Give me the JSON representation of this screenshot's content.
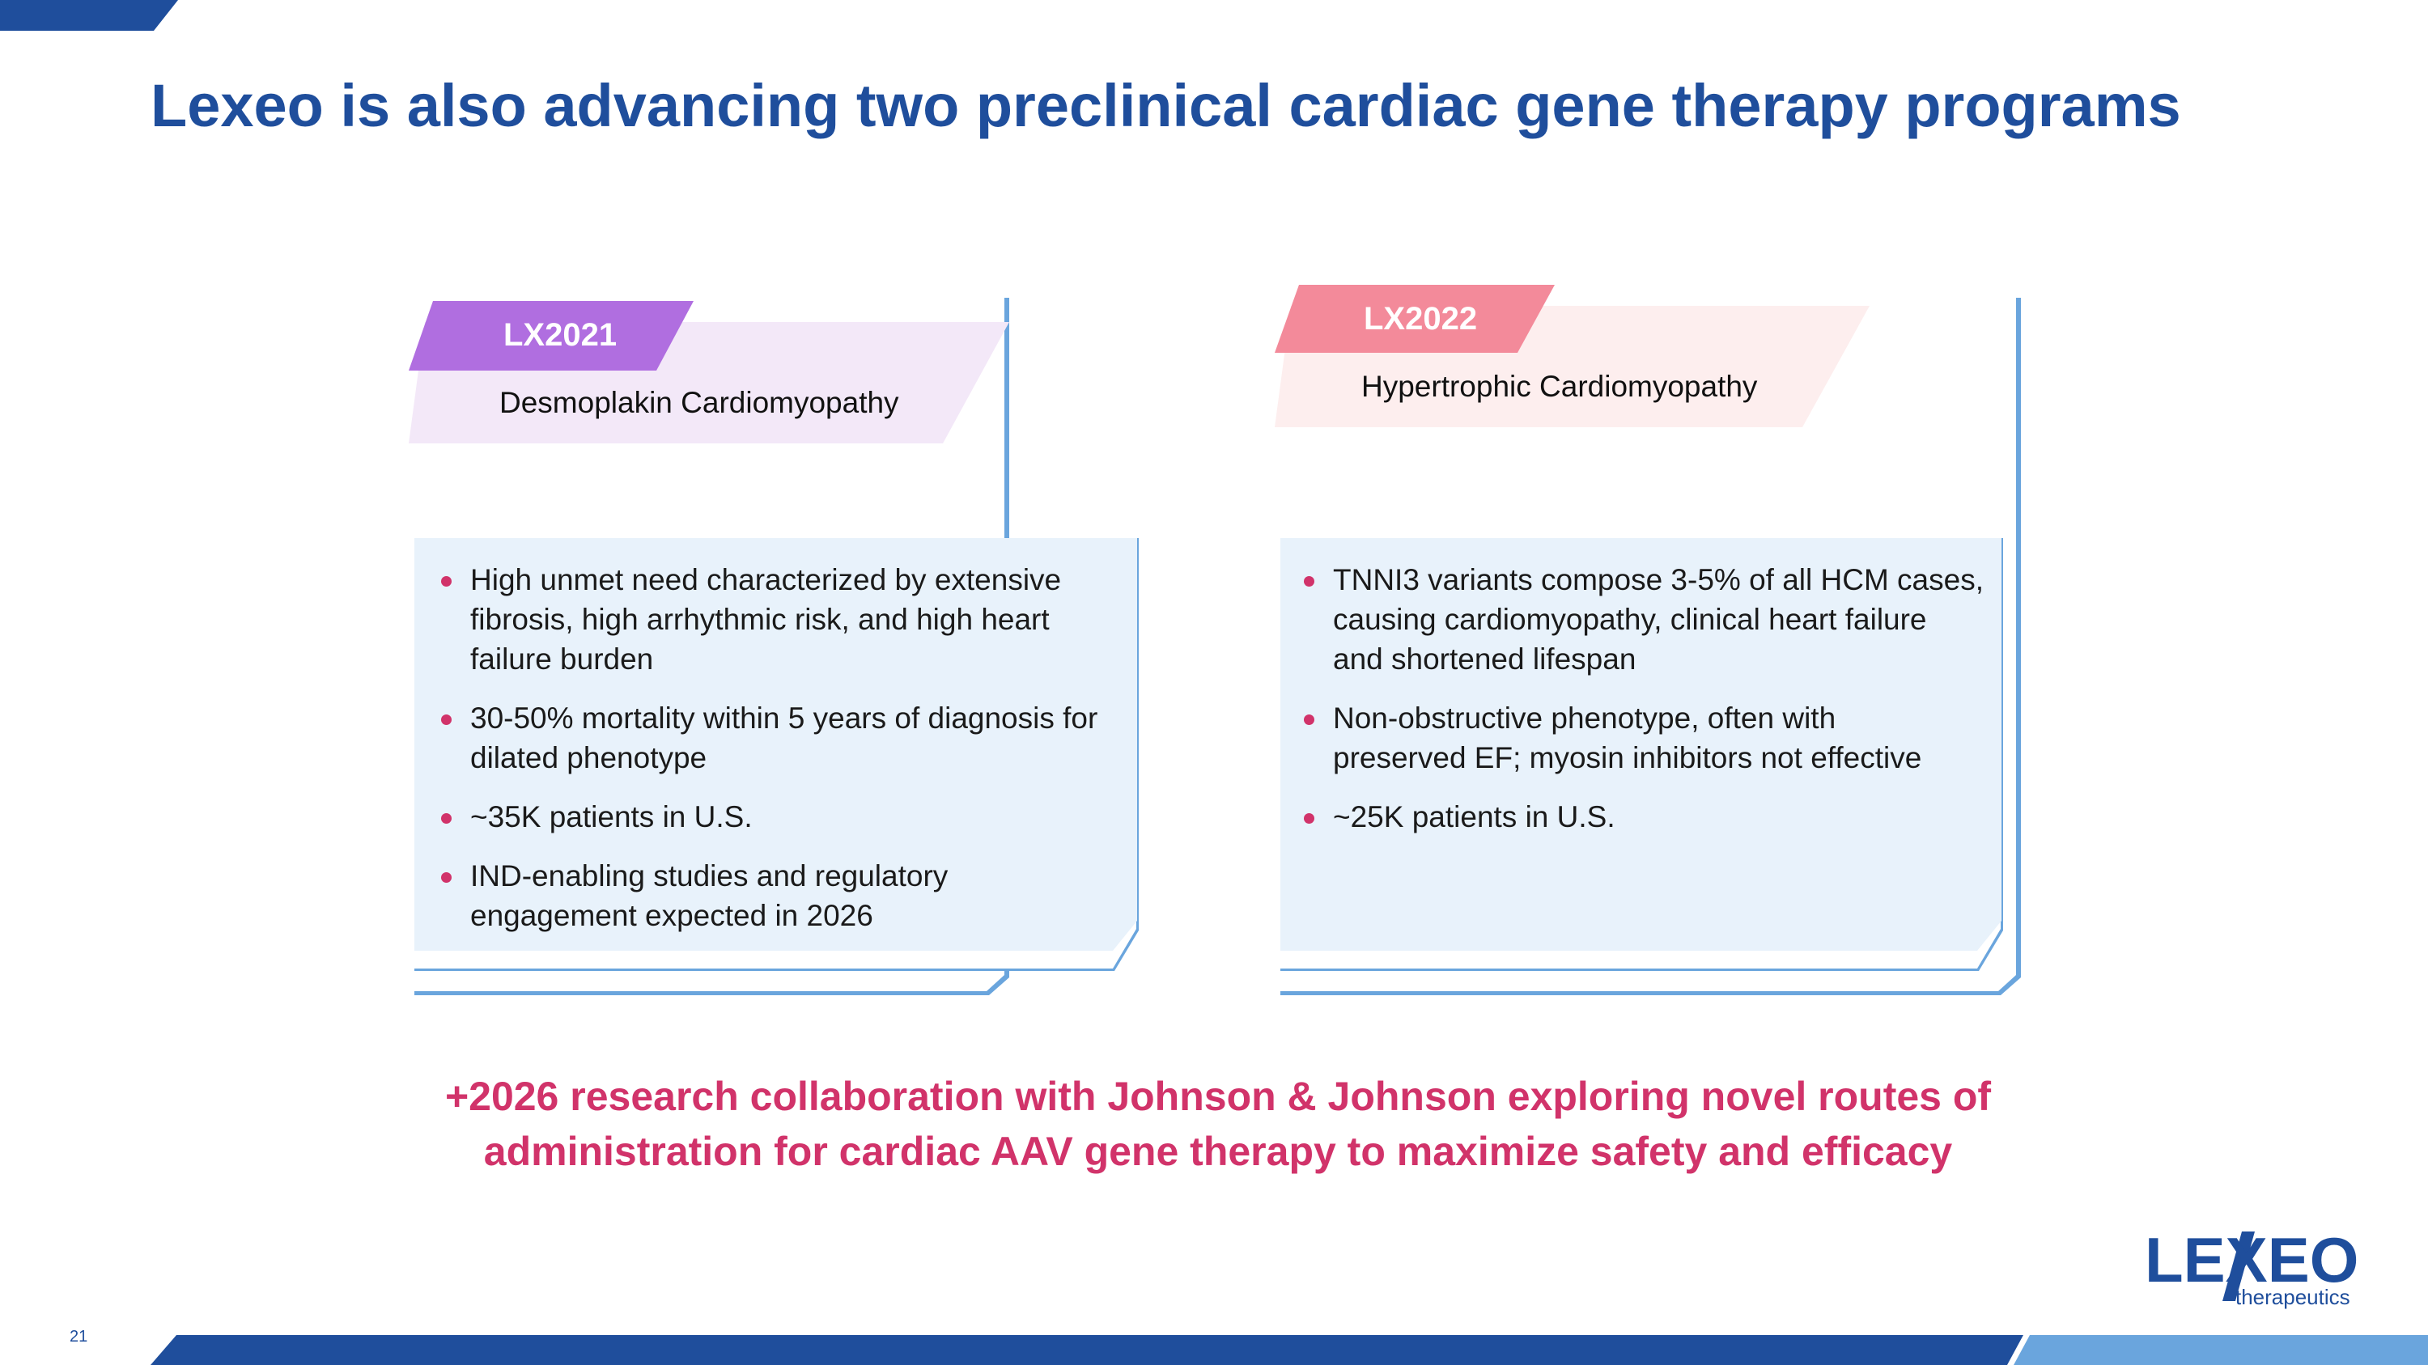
{
  "slide": {
    "title": "Lexeo is also advancing two preclinical cardiac gene therapy programs",
    "page_number": "21"
  },
  "programs": [
    {
      "code": "LX2021",
      "indication": "Desmoplakin Cardiomyopathy",
      "bullets": [
        [
          "High unmet need characterized by extensive",
          "fibrosis, high arrhythmic risk, and high heart",
          "failure burden"
        ],
        [
          "30-50% mortality within 5 years of diagnosis for",
          "dilated phenotype"
        ],
        [
          "~35K patients in U.S."
        ],
        [
          "IND-enabling studies and regulatory",
          "engagement expected in 2026"
        ]
      ]
    },
    {
      "code": "LX2022",
      "indication": "Hypertrophic Cardiomyopathy",
      "bullets": [
        [
          "TNNI3 variants compose 3-5% of all HCM cases,",
          "causing cardiomyopathy, clinical heart failure",
          "and shortened lifespan"
        ],
        [
          "Non-obstructive phenotype, often with",
          "preserved EF; myosin inhibitors not effective"
        ],
        [
          "~25K patients in U.S."
        ]
      ]
    }
  ],
  "collaboration": {
    "line1": "+2026 research collaboration with Johnson & Johnson exploring novel routes of",
    "line2": "administration for cardiac AAV gene therapy to maximize safety and efficacy"
  },
  "logo": {
    "wordmark": "LEXEO",
    "tagline": "therapeutics"
  },
  "colors": {
    "primary_blue": "#1f4e9c",
    "light_blue": "#6aa5dd",
    "magenta": "#d1336a",
    "purple": "#b06ee0",
    "lavender": "#f3e8f8",
    "pink": "#f38a9a",
    "pale_pink": "#fdeeee",
    "panel_blue": "#e8f2fb"
  }
}
